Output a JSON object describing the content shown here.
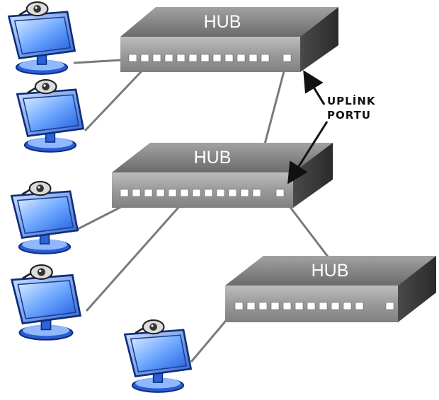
{
  "hubs": [
    {
      "label": "HUB"
    },
    {
      "label": "HUB"
    },
    {
      "label": "HUB"
    }
  ],
  "uplink": {
    "line1": "UPLİNK",
    "line2": "PORTU"
  },
  "computer_icon": "computer-icon"
}
